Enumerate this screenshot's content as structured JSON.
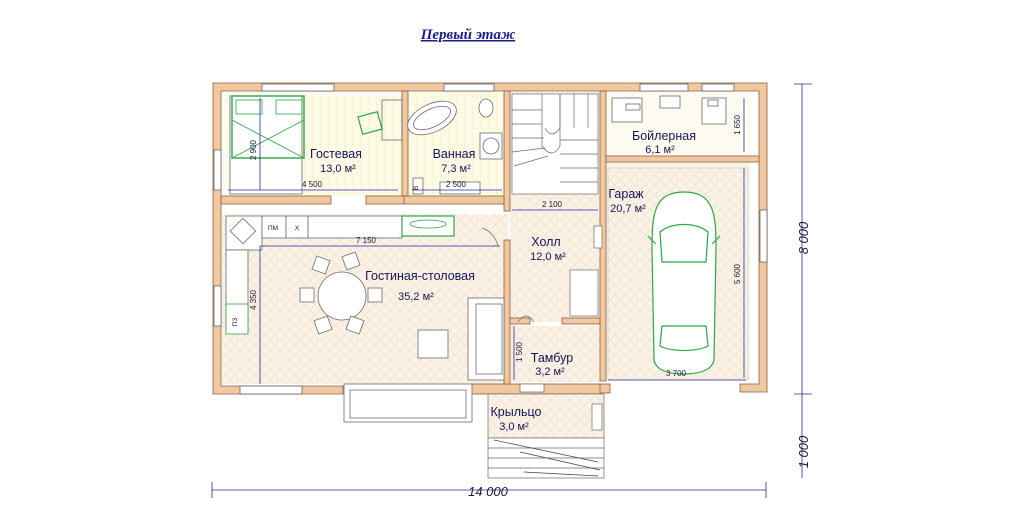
{
  "title": "Первый этаж",
  "rooms": {
    "guest": {
      "name": "Гостевая",
      "area": "13,0 м²"
    },
    "bath": {
      "name": "Ванная",
      "area": "7,3 м²"
    },
    "boiler": {
      "name": "Бойлерная",
      "area": "6,1 м²"
    },
    "garage": {
      "name": "Гараж",
      "area": "20,7 м²"
    },
    "hall": {
      "name": "Холл",
      "area": "12,0 м²"
    },
    "living": {
      "name": "Гостиная-столовая",
      "area": "35,2 м²"
    },
    "vestibule": {
      "name": "Тамбур",
      "area": "3,2 м²"
    },
    "porch": {
      "name": "Крыльцо",
      "area": "3,0 м²"
    }
  },
  "dimensions": {
    "guest_width": "4 500",
    "guest_depth": "2 900",
    "bath_width": "2 500",
    "boiler_depth": "1 650",
    "hall_width": "2 100",
    "living_width": "7 150",
    "living_depth": "4 350",
    "vestibule_depth": "1 500",
    "garage_depth": "5 600",
    "garage_width": "3 700",
    "total_width": "14 000",
    "total_depth": "8 000",
    "porch_depth": "1 000"
  },
  "fixtures": {
    "fridge": "ПМ",
    "stove": "Х",
    "washer": "ПЗ",
    "boiler_tank": "В"
  },
  "colors": {
    "wall": "#f0c9a0",
    "wall_outline": "#8a6040",
    "floor_tile": "#fbeedd",
    "furniture": "#6b6b6b",
    "accent_green": "#2aa84a",
    "dimension": "#2a2aa0",
    "text": "#14145a"
  }
}
